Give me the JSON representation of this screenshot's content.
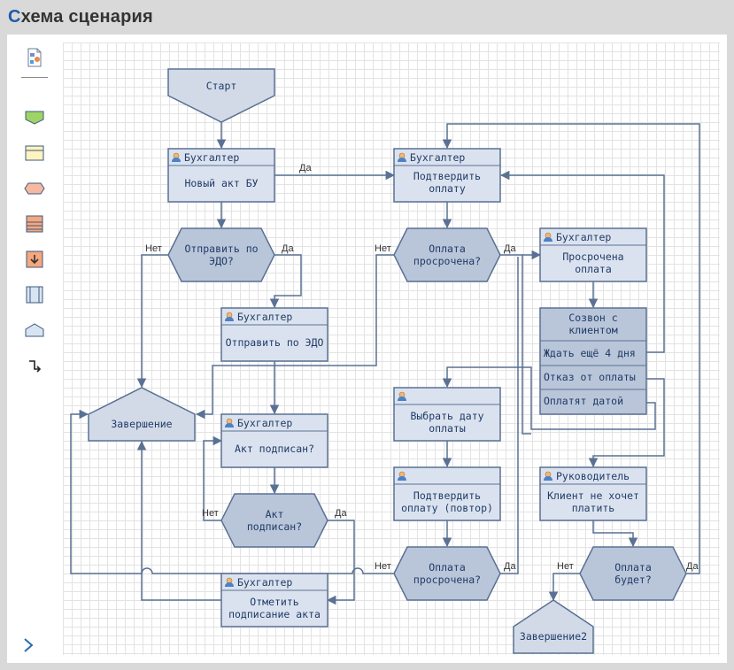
{
  "header": {
    "title_first": "С",
    "title_rest": "хема сценария"
  },
  "toolbar": {
    "items": [
      {
        "name": "document-settings-icon"
      },
      {
        "name": "start-node-icon"
      },
      {
        "name": "task-node-icon"
      },
      {
        "name": "condition-node-icon"
      },
      {
        "name": "list-node-icon"
      },
      {
        "name": "subprocess-node-icon"
      },
      {
        "name": "frame-node-icon"
      },
      {
        "name": "end-node-icon"
      },
      {
        "name": "connector-tool-icon"
      }
    ]
  },
  "diagram": {
    "start": "Старт",
    "n1_role": "Бухгалтер",
    "n1_l1": "Новый акт БУ",
    "c1_l1": "Отправить по",
    "c1_l2": "ЭДО?",
    "n2_role": "Бухгалтер",
    "n2_l1": "Отправить по ЭДО",
    "end1": "Завершение",
    "n3_role": "Бухгалтер",
    "n3_l1": "Акт подписан?",
    "c2_l1": "Акт",
    "c2_l2": "подписан?",
    "n4_role": "Бухгалтер",
    "n4_l1": "Отметить",
    "n4_l2": "подписание акта",
    "n5_role": "Бухгалтер",
    "n5_l1": "Подтвердить",
    "n5_l2": "оплату",
    "c3_l1": "Оплата",
    "c3_l2": "просрочена?",
    "n6_role": "Бухгалтер",
    "n6_l1": "Просрочена",
    "n6_l2": "оплата",
    "n7_l1": "Созвон с",
    "n7_l2": "клиентом",
    "n7_o1": "Ждать ещё 4 дня",
    "n7_o2": "Отказ от оплаты",
    "n7_o3": "Оплатят датой",
    "n8_l1": "Выбрать дату",
    "n8_l2": "оплаты",
    "n9_l1": "Подтвердить",
    "n9_l2": "оплату (повтор)",
    "c4_l1": "Оплата",
    "c4_l2": "просрочена?",
    "n10_role": "Руководитель",
    "n10_l1": "Клиент не хочет",
    "n10_l2": "платить",
    "c5_l1": "Оплата",
    "c5_l2": "будет?",
    "end2": "Завершение2",
    "yes": "Да",
    "no": "Нет"
  },
  "colors": {
    "node_fill": "#d2dae8",
    "node_stroke": "#5a7193",
    "text": "#1f3b66",
    "accent": "#1f5aa8"
  }
}
